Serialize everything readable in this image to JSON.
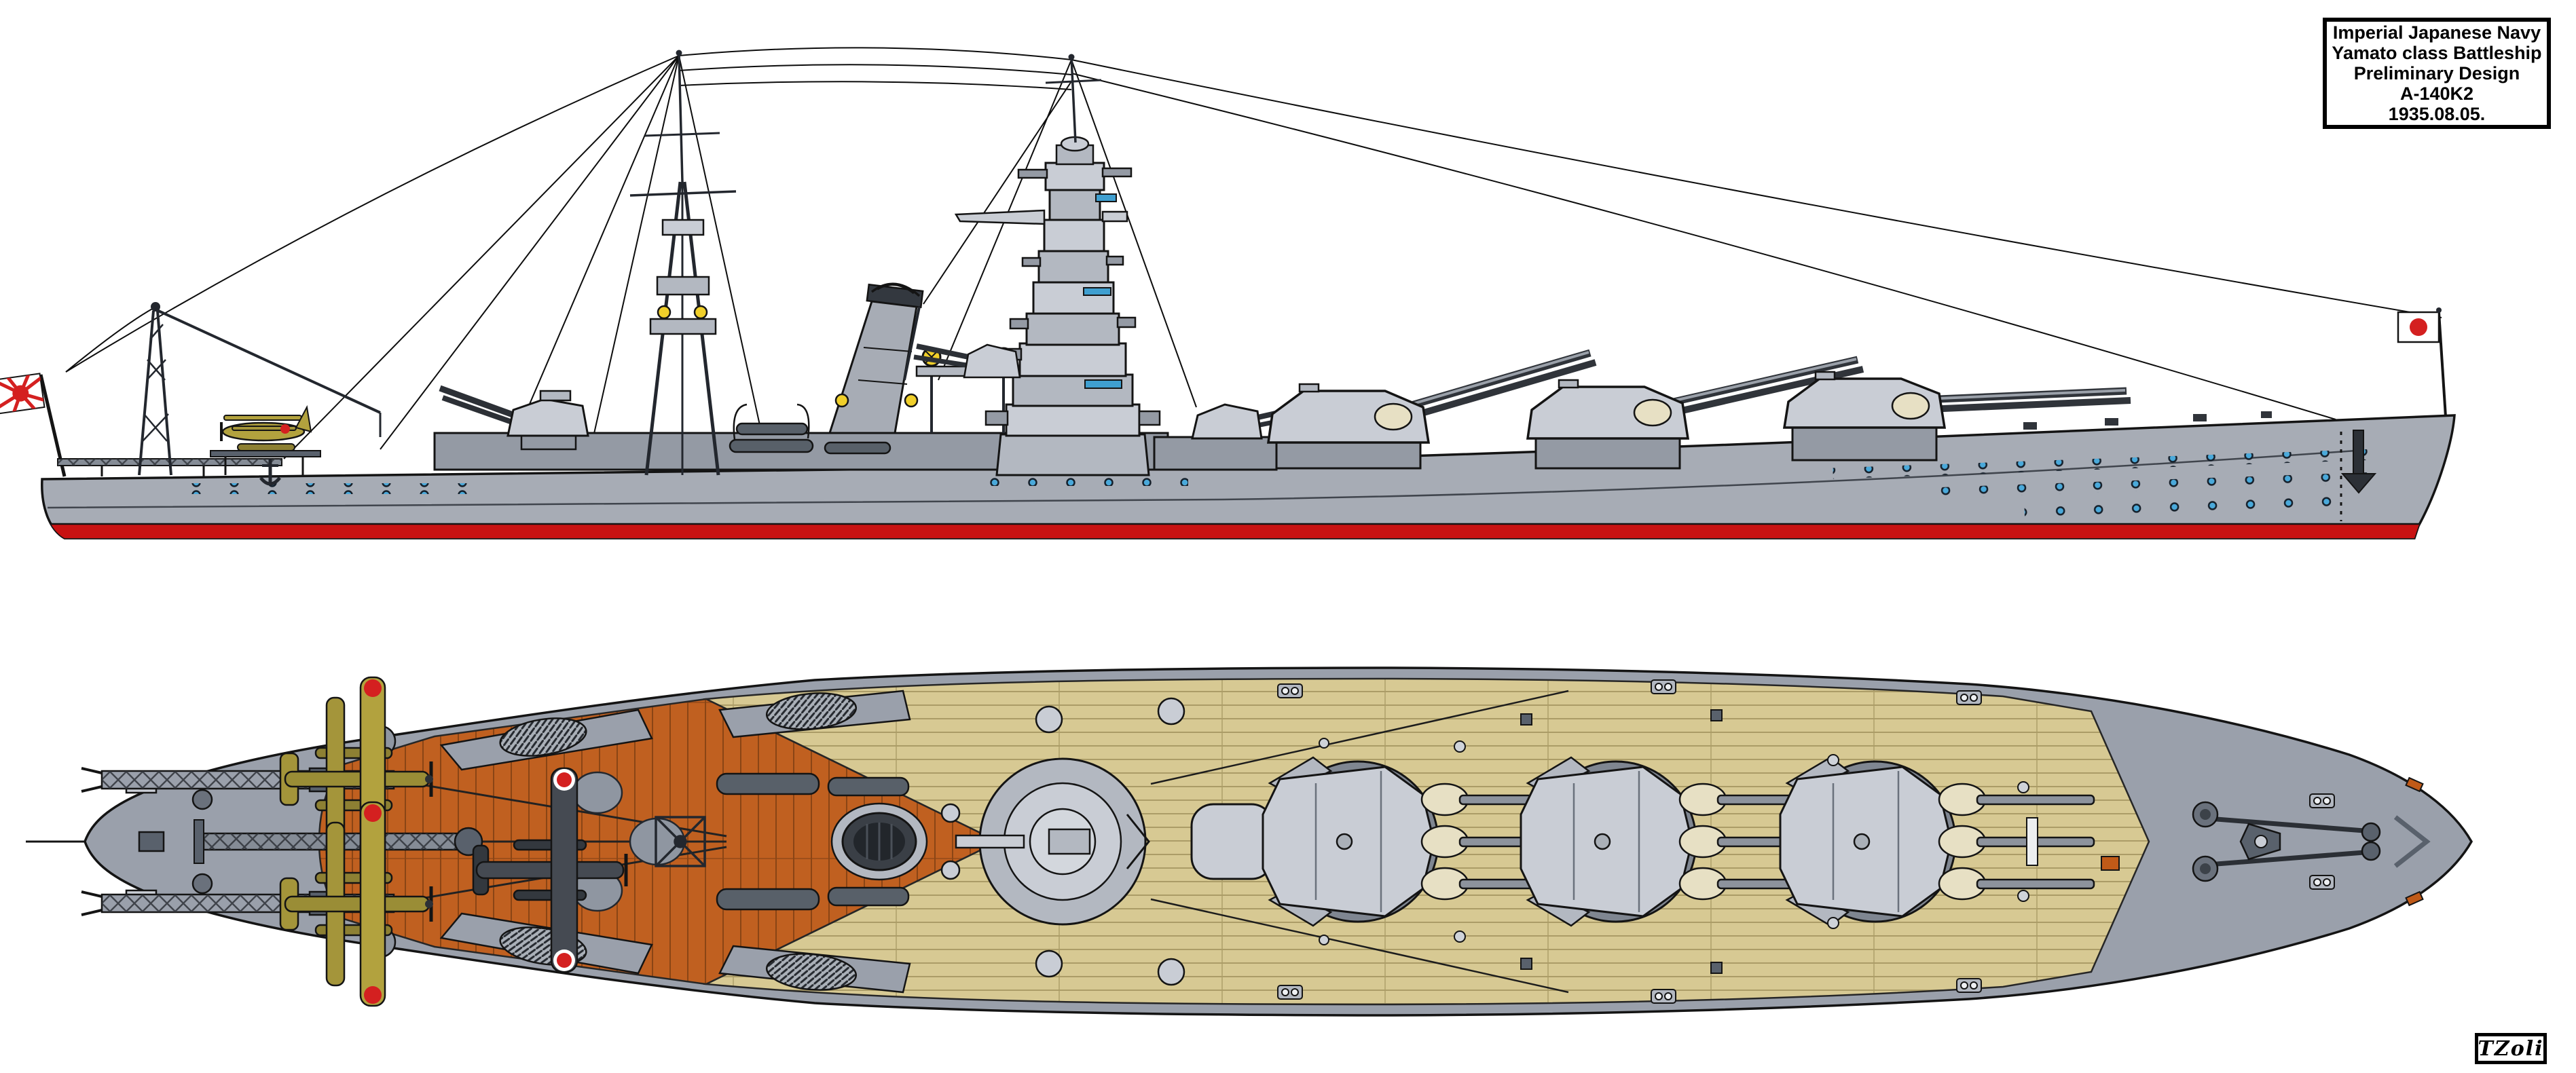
{
  "title_box": {
    "lines": [
      "Imperial Japanese Navy",
      "Yamato class Battleship",
      "Preliminary Design",
      "A-140K2",
      "1935.08.05."
    ]
  },
  "signature": {
    "text": "TZoli"
  },
  "icons": {
    "stern_flag": "rising-sun-ensign",
    "bow_flag": "hinomaru-jack",
    "drawing": [
      "battleship-side-view",
      "battleship-top-view"
    ]
  },
  "colors": {
    "bg": "#ffffff",
    "ink": "#141414",
    "hull": "#a7acb5",
    "hullshade": "#949aa4",
    "decksteel": "#9aa0ab",
    "structure": "#b3b8c1",
    "structlight": "#c9cdd5",
    "structdark": "#59616c",
    "funnelcap": "#33383f",
    "bootred": "#c81212",
    "porthole": "#4aa9da",
    "wood": "#d7c993",
    "woodline": "#ab9c67",
    "lino": "#c06020",
    "linoline": "#8a4515",
    "blastbag": "#e7e0c4",
    "searchlight": "#f0cf2a",
    "flagred": "#d42020",
    "planekhaki": "#b2a23e",
    "planedark": "#454a52",
    "barrel": "#8d939d",
    "boat": "#586069",
    "windowblue": "#3f9fd0"
  }
}
